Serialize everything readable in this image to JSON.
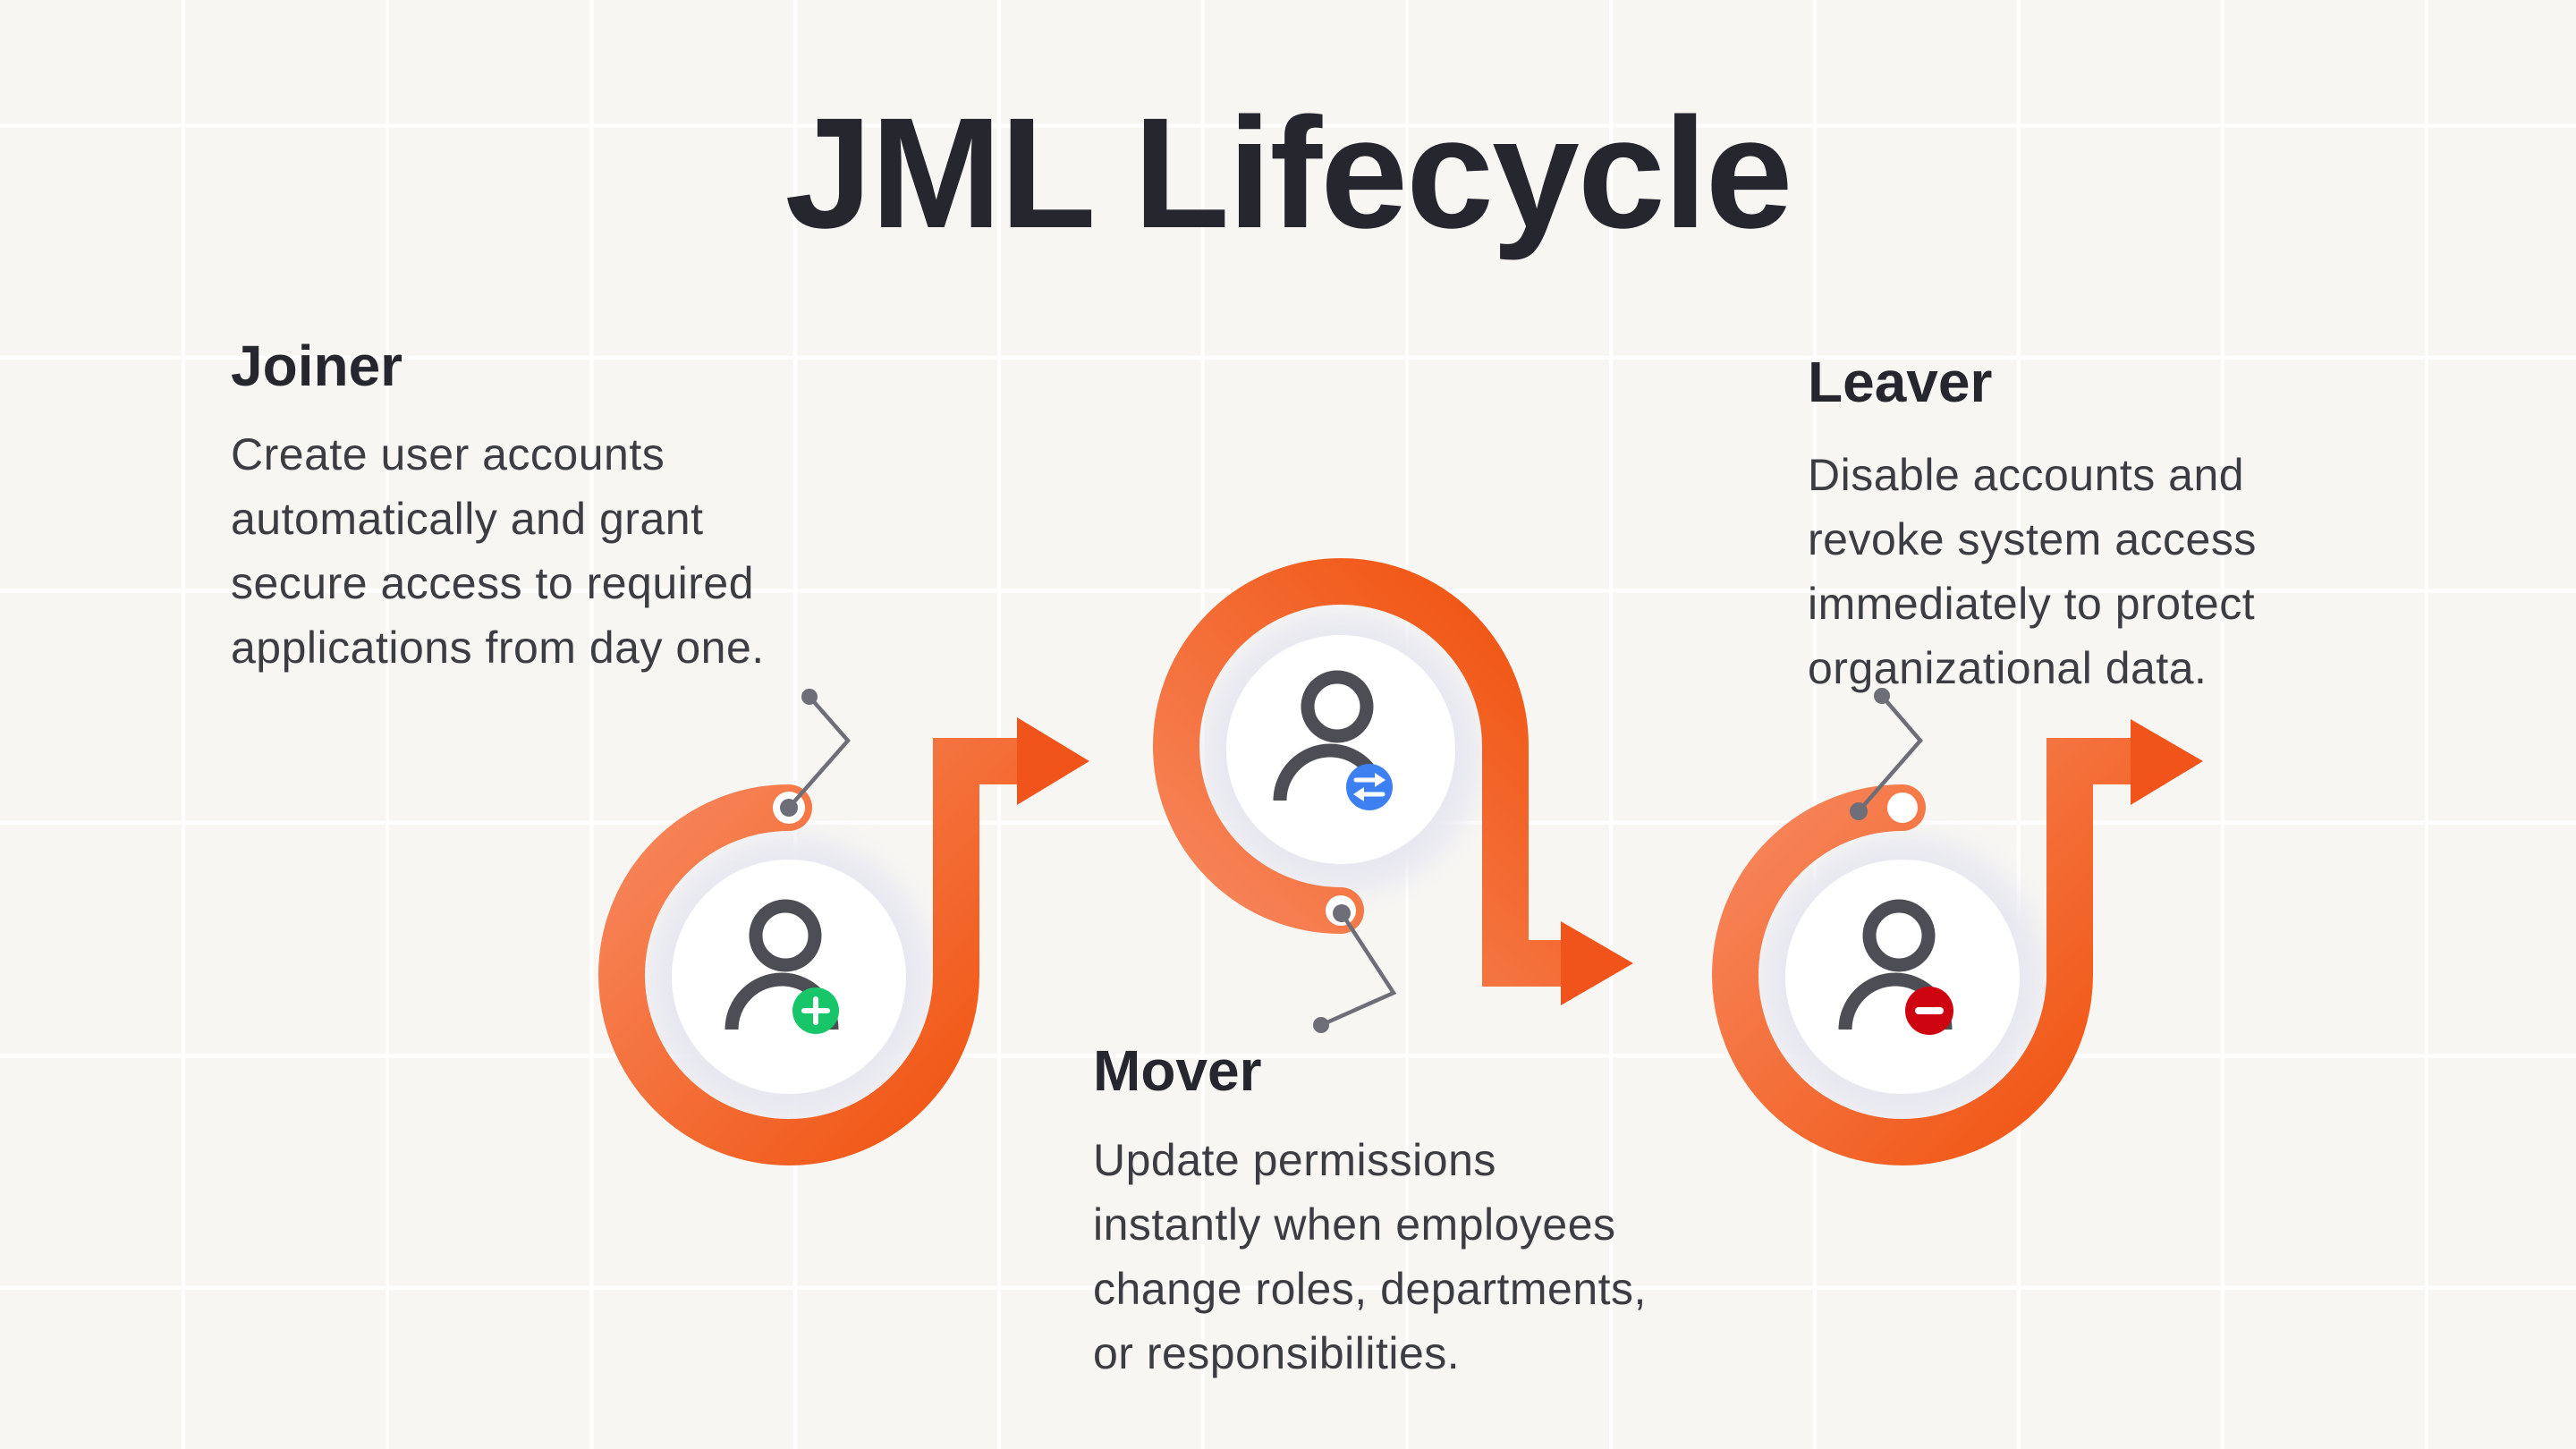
{
  "title": "JML Lifecycle",
  "stages": [
    {
      "name": "Joiner",
      "description": "Create user accounts\nautomatically and grant\nsecure access to required\napplications from day one.",
      "badge_icon": "user-add-badge-icon",
      "badge_color": "#16C669"
    },
    {
      "name": "Mover",
      "description": "Update permissions\ninstantly when employees\nchange roles, departments,\nor responsibilities.",
      "badge_icon": "user-transfer-badge-icon",
      "badge_color": "#3C80F1"
    },
    {
      "name": "Leaver",
      "description": "Disable accounts and\nrevoke system access\nimmediately to protect\norganizational data.",
      "badge_icon": "user-remove-badge-icon",
      "badge_color": "#CE0511"
    }
  ],
  "colors": {
    "background": "#F7F6F3",
    "grid_line": "#FFFFFF",
    "heading": "#26262E",
    "body_text": "#3C3C43",
    "accent_light": "#F7875D",
    "accent_dark": "#F0520D",
    "arrow": "#F1541B",
    "icon": "#4D4D55",
    "connector": "#6E6E78",
    "halo": "#E8E8F1",
    "joiner_badge": "#16C669",
    "mover_badge": "#3C80F1",
    "leaver_badge": "#CE0511"
  }
}
